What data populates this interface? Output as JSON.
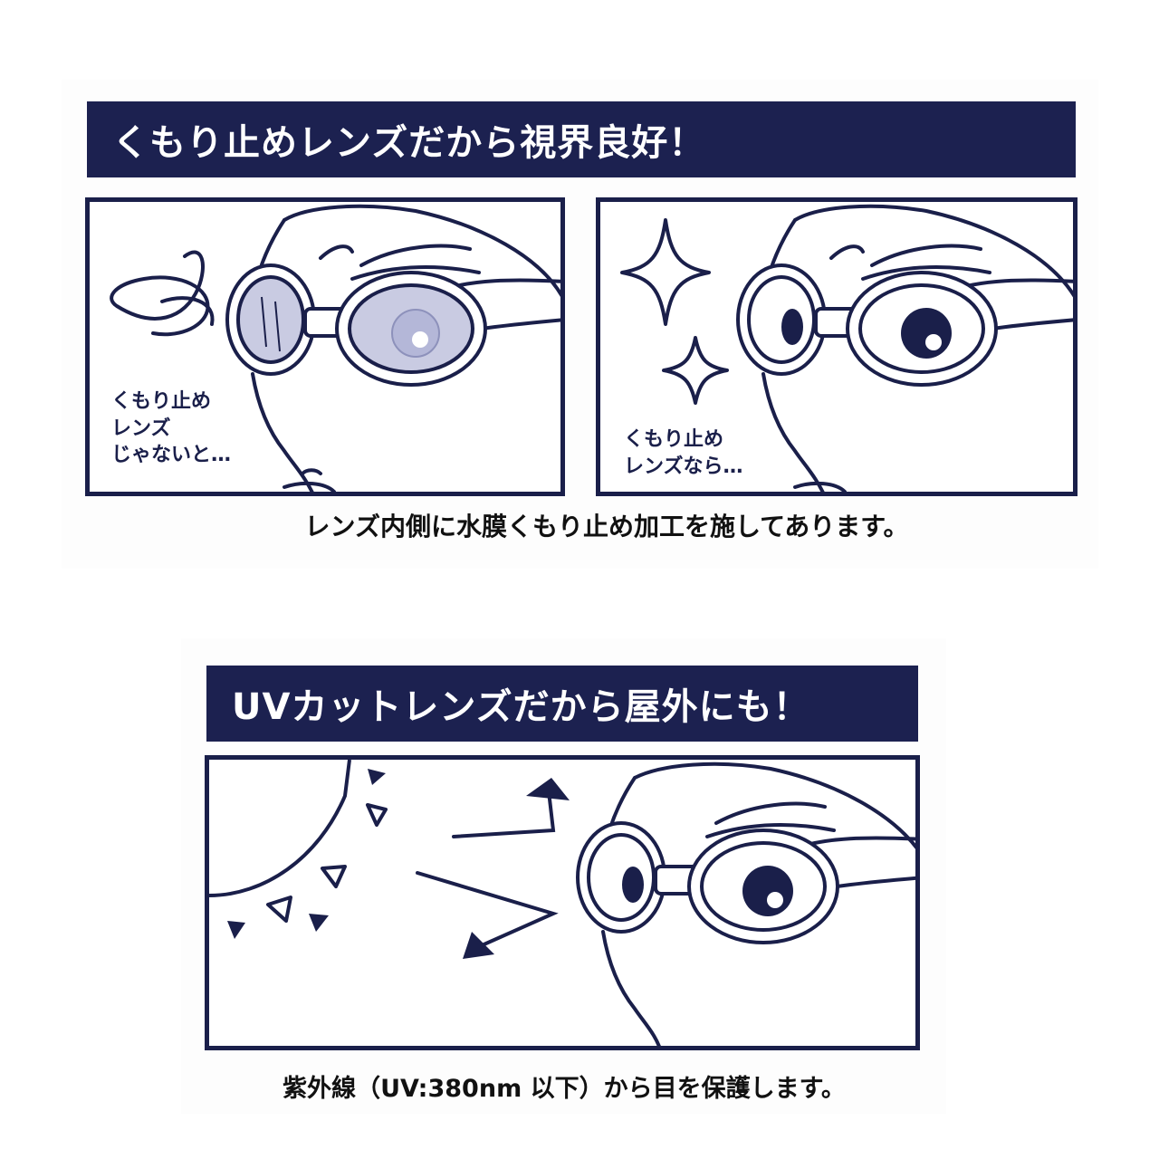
{
  "colors": {
    "navy": "#1c2150",
    "ink": "#1a1f4a",
    "fog": "#c9cbe2",
    "white": "#ffffff"
  },
  "section_antifog": {
    "title": "くもり止めレンズだから視界良好！",
    "panel_left": {
      "caption_lines": [
        "くもり止め",
        "レンズ",
        "じゃないと…"
      ]
    },
    "panel_right": {
      "caption_lines": [
        "くもり止め",
        "レンズなら…"
      ]
    },
    "note": "レンズ内側に水膜くもり止め加工を施してあります。"
  },
  "section_uv": {
    "title": "UVカットレンズだから屋外にも！",
    "note": "紫外線（UV:380nm 以下）から目を保護します。"
  },
  "icons": [
    "face-with-goggles-illustration",
    "fog-swirl-icon",
    "sparkle-icon",
    "sun-illustration",
    "uv-ray-arrow-icon"
  ]
}
